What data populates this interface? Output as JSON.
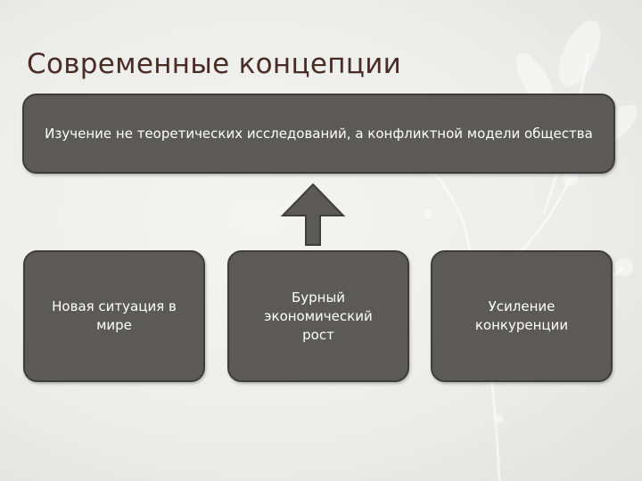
{
  "slide": {
    "title": "Современные концепции"
  },
  "diagram": {
    "result": "Изучение не теоретических исследований, а конфликтной модели общества",
    "causes": [
      "Новая ситуация в мире",
      "Бурный экономический рост",
      "Усиление конкуренции"
    ]
  },
  "colors": {
    "box_fill": "#5b5a56",
    "box_border": "#3e3d3a",
    "arrow_fill": "#5b5a56",
    "title_color": "#4a2c26",
    "background": "#ededeb"
  }
}
